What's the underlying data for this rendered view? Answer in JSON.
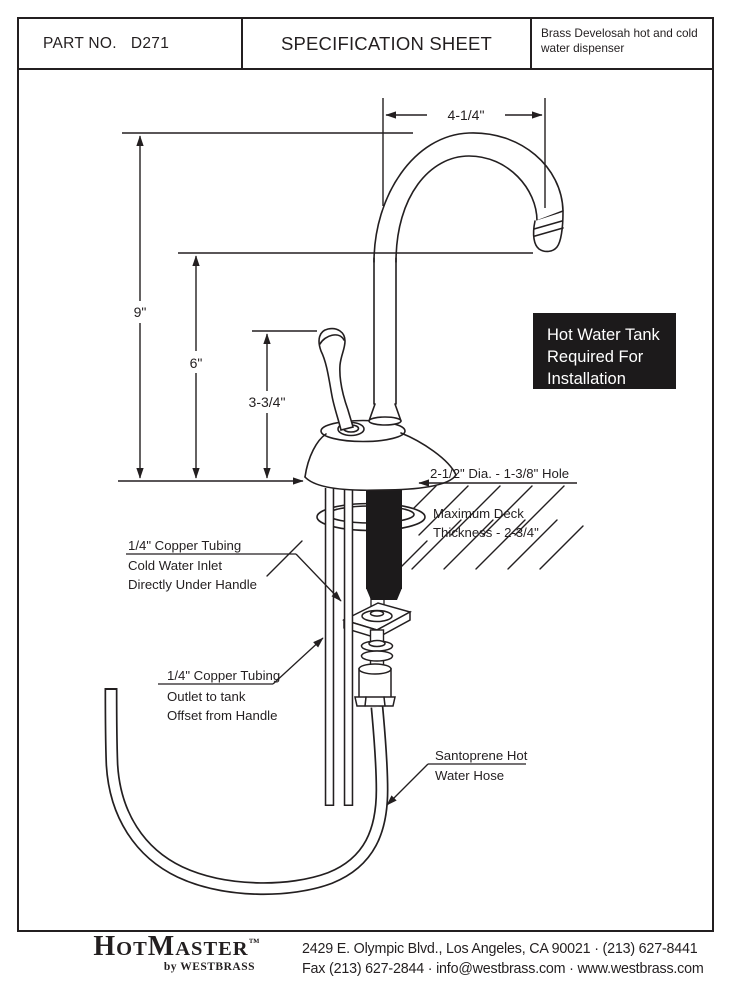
{
  "header": {
    "part_label": "PART NO.",
    "part_number": "D271",
    "title": "SPECIFICATION SHEET",
    "product_description": "Brass Develosah hot and cold water dispenser"
  },
  "diagram": {
    "dimensions": {
      "spout_reach": "4-1/4\"",
      "overall_height": "9\"",
      "outlet_height": "6\"",
      "handle_height": "3-3/4\""
    },
    "notice": {
      "line1": "Hot Water Tank",
      "line2": "Required For",
      "line3": "Installation"
    },
    "labels": {
      "hole": "2-1/2\" Dia. - 1-3/8\" Hole",
      "deck1": "Maximum Deck",
      "deck2": "Thickness - 2-3/4\"",
      "cold_inlet1": "1/4\" Copper Tubing",
      "cold_inlet2": "Cold Water Inlet",
      "cold_inlet3": "Directly Under Handle",
      "outlet1": "1/4\" Copper Tubing",
      "outlet2": "Outlet to tank",
      "outlet3": "Offset from Handle",
      "hose1": "Santoprene Hot",
      "hose2": "Water Hose"
    }
  },
  "footer": {
    "brand_h": "H",
    "brand_ot": "OT",
    "brand_m": "M",
    "brand_aster": "ASTER",
    "brand_tm": "™",
    "brand_sub": "by WESTBRASS",
    "address_line1": "2429 E. Olympic Blvd., Los Angeles, CA  90021 · (213) 627-8441",
    "address_line2": "Fax (213) 627-2844 · info@westbrass.com ·  www.westbrass.com"
  },
  "colors": {
    "ink": "#231f20",
    "paper": "#ffffff",
    "notice_bg": "#1c1a1b"
  }
}
